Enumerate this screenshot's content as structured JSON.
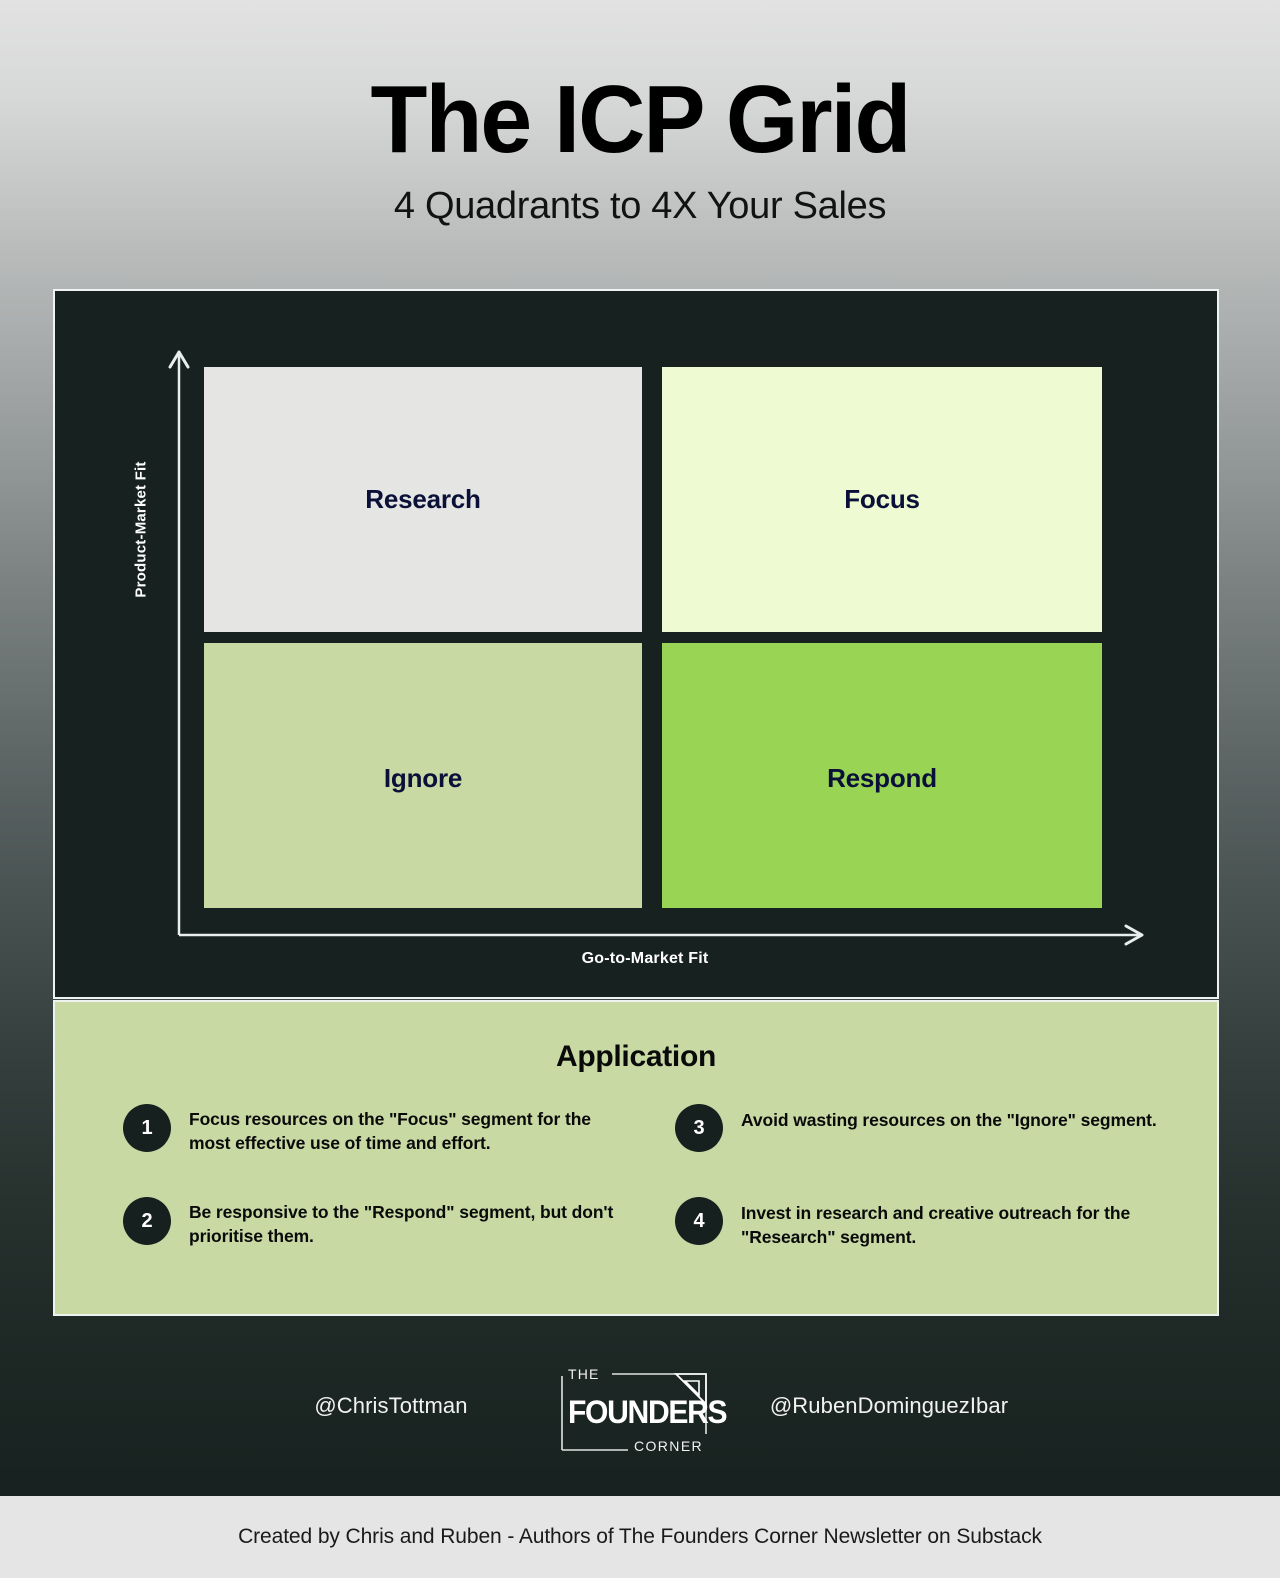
{
  "header": {
    "title": "The ICP Grid",
    "subtitle": "4 Quadrants to 4X Your Sales"
  },
  "matrix": {
    "y_axis_label": "Product-Market Fit",
    "x_axis_label": "Go-to-Market Fit",
    "quadrants": [
      {
        "key": "research",
        "label": "Research",
        "color": "#e5e5e3",
        "position": "top-left"
      },
      {
        "key": "focus",
        "label": "Focus",
        "color": "#edfad2",
        "position": "top-right"
      },
      {
        "key": "ignore",
        "label": "Ignore",
        "color": "#c8d9a4",
        "position": "bottom-left"
      },
      {
        "key": "respond",
        "label": "Respond",
        "color": "#9ad455",
        "position": "bottom-right"
      }
    ],
    "label_color": "#0b1038",
    "card_bg": "#17211f",
    "card_border": "#eef2f0"
  },
  "application": {
    "title": "Application",
    "bg_color": "#c8d9a4",
    "items": [
      {
        "number": "1",
        "text": "Focus resources on the \"Focus\" segment for the most effective use of time and effort."
      },
      {
        "number": "2",
        "text": "Be responsive to the \"Respond\" segment, but don't prioritise them."
      },
      {
        "number": "3",
        "text": "Avoid wasting resources on the \"Ignore\" segment."
      },
      {
        "number": "4",
        "text": "Invest in research and creative outreach for the \"Research\" segment."
      }
    ]
  },
  "footer": {
    "handle_left": "@ChrisTottman",
    "handle_right": "@RubenDominguezIbar",
    "logo": {
      "line1": "THE",
      "line2": "FOUNDERS",
      "line3": "CORNER"
    },
    "credit": "Created by Chris and Ruben - Authors of The Founders Corner Newsletter on Substack"
  }
}
